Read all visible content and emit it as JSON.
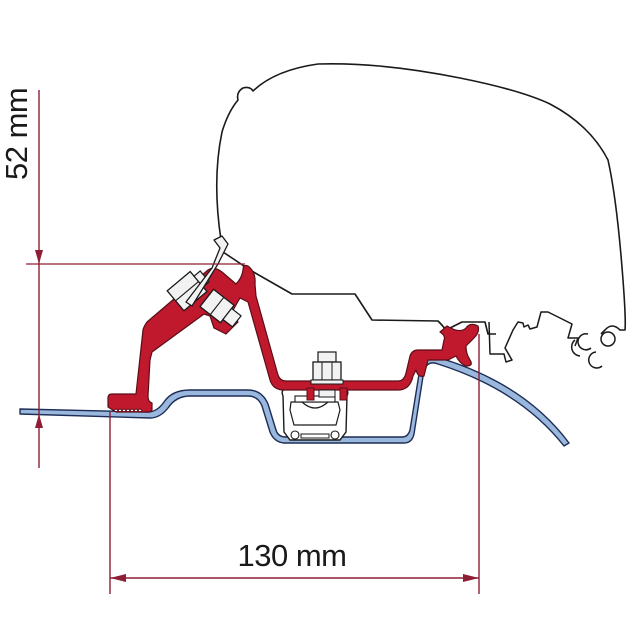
{
  "diagram": {
    "title": "Awning mounting adapter profile cross-section",
    "colors": {
      "dimension_line": "#8e1e35",
      "bracket_fill": "#c0182d",
      "bracket_stroke": "#5a0f18",
      "roof_fill": "#9ab8dd",
      "roof_stroke": "#1d2d55",
      "outline": "#1a1a1a",
      "part_fill": "#ffffff",
      "bolt_fill": "#f2f2f2"
    },
    "dimensions": {
      "height": {
        "value": 52,
        "unit": "mm",
        "label": "52 mm",
        "orientation": "vertical"
      },
      "width": {
        "value": 130,
        "unit": "mm",
        "label": "130 mm",
        "orientation": "horizontal"
      }
    },
    "components": [
      {
        "id": "awning-case",
        "label": "Awning case profile (outline)"
      },
      {
        "id": "adapter-bracket",
        "label": "Adapter bracket (red)"
      },
      {
        "id": "vehicle-roof",
        "label": "Vehicle roof profile (blue)"
      },
      {
        "id": "roof-rail-clamp",
        "label": "Rail clamp with bolt"
      },
      {
        "id": "fixing-bolts",
        "label": "Hex bolts"
      }
    ]
  }
}
